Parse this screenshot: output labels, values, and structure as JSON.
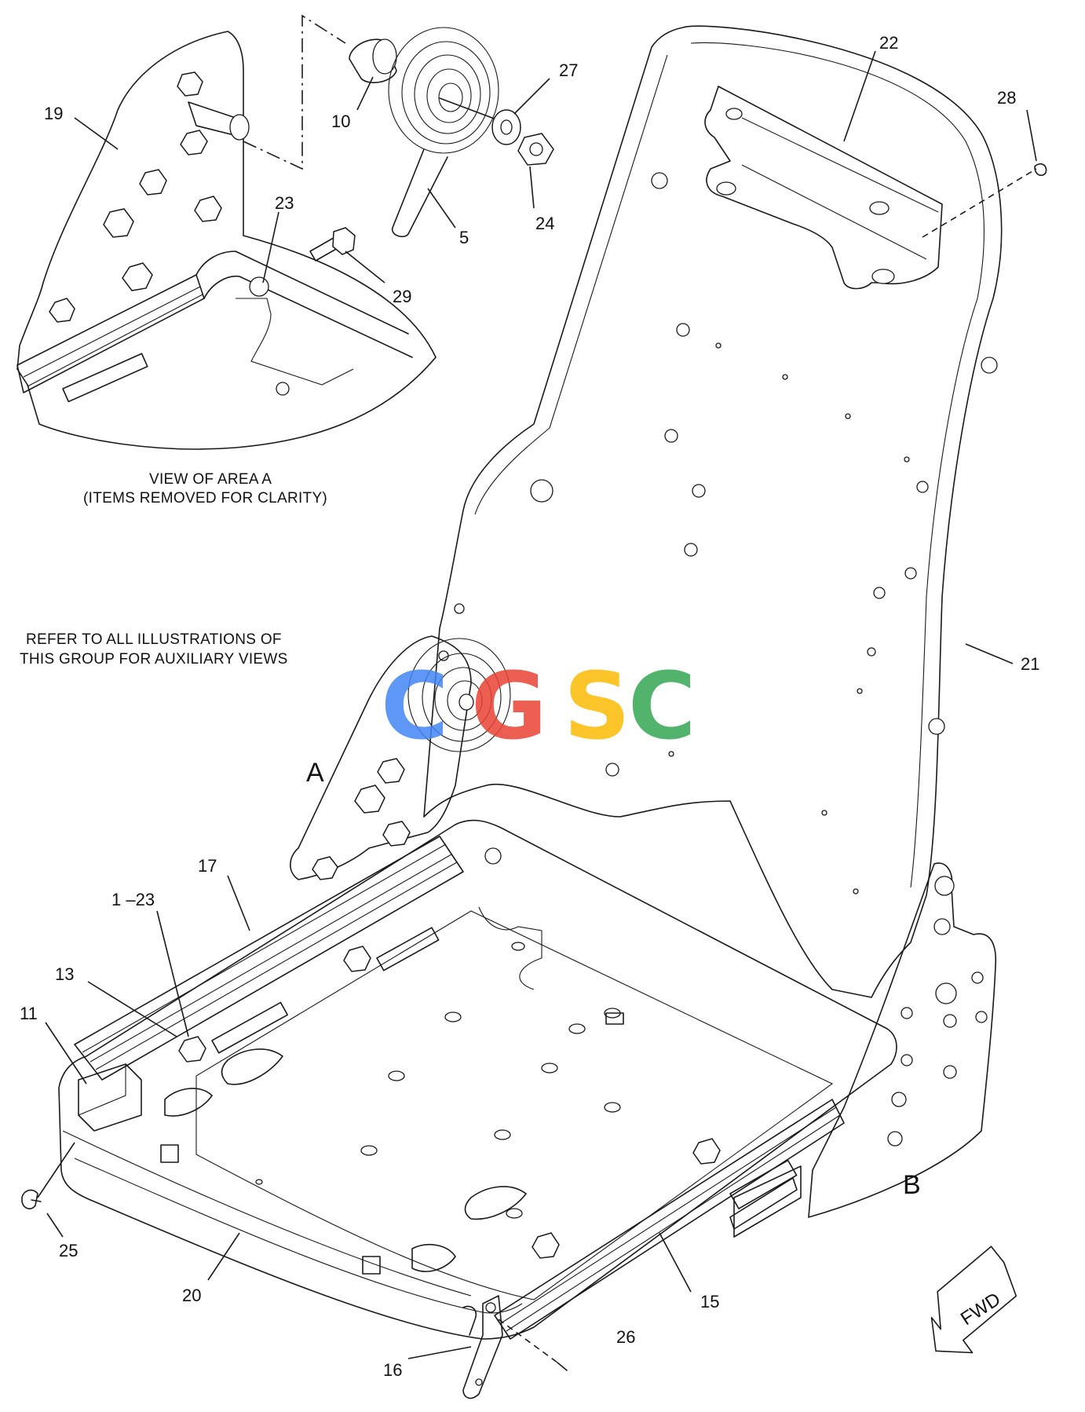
{
  "notes": {
    "view_title": "VIEW OF AREA  A",
    "view_subtitle": "(ITEMS REMOVED FOR CLARITY)",
    "refer_line1": "REFER TO ALL ILLUSTRATIONS OF",
    "refer_line2": "THIS GROUP FOR AUXILIARY VIEWS"
  },
  "view_letters": {
    "a": "A",
    "b": "B"
  },
  "callouts": {
    "c19": "19",
    "c10": "10",
    "c27": "27",
    "c24": "24",
    "c5": "5",
    "c23": "23",
    "c29": "29",
    "c22": "22",
    "c28": "28",
    "c21": "21",
    "c17": "17",
    "c1_23": "1 –23",
    "c13": "13",
    "c11": "11",
    "c25": "25",
    "c20": "20",
    "c16": "16",
    "c26": "26",
    "c15": "15"
  },
  "fwd_label": "FWD",
  "watermark": {
    "letters": [
      "C",
      "G",
      "S",
      "C"
    ],
    "colors": [
      "#4285F4",
      "#EA4335",
      "#FBBC05",
      "#34A853"
    ]
  }
}
